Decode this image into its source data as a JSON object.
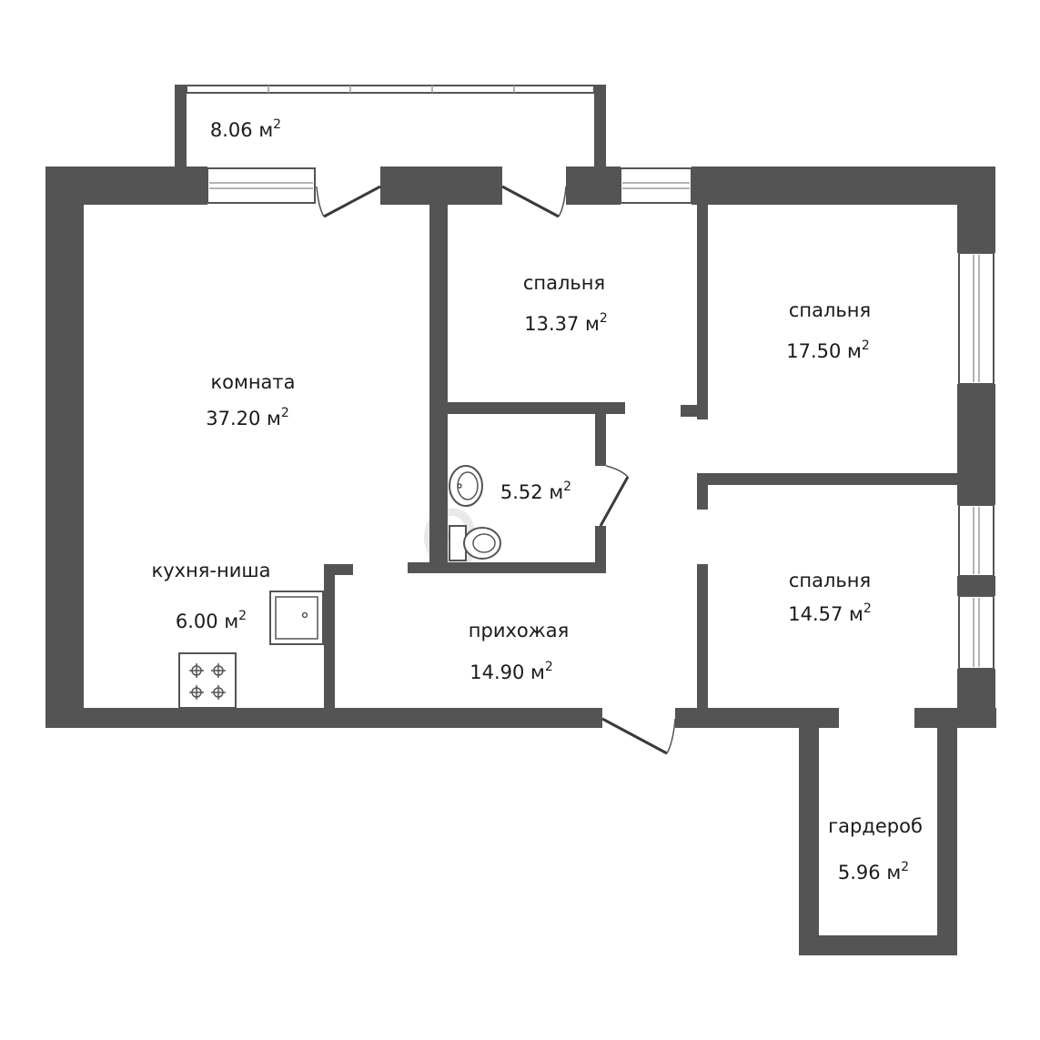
{
  "rooms": {
    "balcony": {
      "area": "8.06 м"
    },
    "living": {
      "name": "комната",
      "area": "37.20 м"
    },
    "kitchen": {
      "name": "кухня-ниша",
      "area": "6.00 м"
    },
    "bedroom1": {
      "name": "спальня",
      "area": "13.37 м"
    },
    "bedroom2": {
      "name": "спальня",
      "area": "17.50 м"
    },
    "bathroom": {
      "area": "5.52 м"
    },
    "bedroom3": {
      "name": "спальня",
      "area": "14.57 м"
    },
    "hallway": {
      "name": "прихожая",
      "area": "14.90 м"
    },
    "wardrobe": {
      "name": "гардероб",
      "area": "5.96 м"
    }
  },
  "unit_superscript": "2",
  "colors": {
    "wall": "#545454",
    "background": "#ffffff"
  }
}
